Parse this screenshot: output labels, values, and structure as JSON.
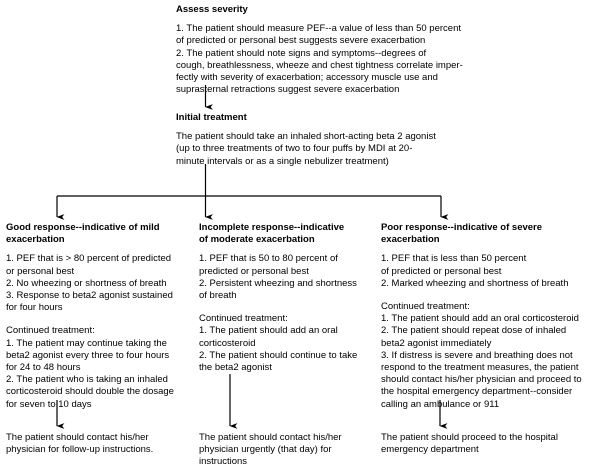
{
  "diagram": {
    "title": "Asthma exacerbation home management flowchart",
    "line_color": "#000000",
    "background": "#ffffff",
    "text_color": "#000000"
  },
  "nodes": {
    "assess": {
      "title": "Assess severity",
      "body": "1. The patient should measure PEF--a value of less than 50 percent\nof predicted or personal best suggests severe exacerbation\n2. The patient should note signs and symptoms--degrees of\ncough, breathlessness, wheeze and chest tightness correlate imper-\nfectly with severity of exacerbation; accessory muscle use and\nsuprasternal retractions suggest severe exacerbation"
    },
    "initial": {
      "title": "Initial treatment",
      "body": "The patient should take an inhaled short-acting beta 2 agonist\n(up to three treatments of two to four puffs by MDI at 20-\nminute intervals or as a single nebulizer treatment)"
    },
    "good": {
      "title": "Good response--indicative of mild\nexacerbation",
      "findings": "1. PEF that is > 80 percent of predicted\nor personal best\n2. No wheezing or shortness of breath\n3. Response to beta2 agonist sustained\nfor four hours",
      "treatment": "Continued treatment:\n1. The patient may continue taking the\nbeta2 agonist every three to four hours\nfor 24 to 48 hours\n2. The patient who is taking an inhaled\ncorticosteroid should double the dosage\nfor seven to 10 days"
    },
    "incomplete": {
      "title": "Incomplete response--indicative\nof moderate exacerbation",
      "findings": "1. PEF that is 50 to 80 percent of\npredicted or personal best\n2. Persistent wheezing and shortness\nof breath",
      "treatment": "Continued treatment:\n1. The patient should add an oral\ncorticosteroid\n2. The patient should continue to take\nthe beta2 agonist"
    },
    "poor": {
      "title": "Poor response--indicative of severe\nexacerbation",
      "findings": "1. PEF that is less than 50 percent\nof predicted or personal best\n2. Marked wheezing and shortness of breath",
      "treatment": "Continued treatment:\n1. The patient should add an oral corticosteroid\n2. The patient should repeat dose of inhaled\nbeta2 agonist immediately\n3. If distress is severe and breathing does not\nrespond to the treatment measures, the patient\nshould contact his/her physician and proceed to\nthe hospital emergency department--consider\ncalling an ambulance or 911"
    },
    "good_outcome": {
      "body": "The patient should contact his/her\nphysician for follow-up instructions."
    },
    "incomplete_outcome": {
      "body": "The patient should contact his/her\nphysician urgently (that day) for\ninstructions"
    },
    "poor_outcome": {
      "body": "The patient should proceed to the hospital\nemergency department"
    }
  }
}
